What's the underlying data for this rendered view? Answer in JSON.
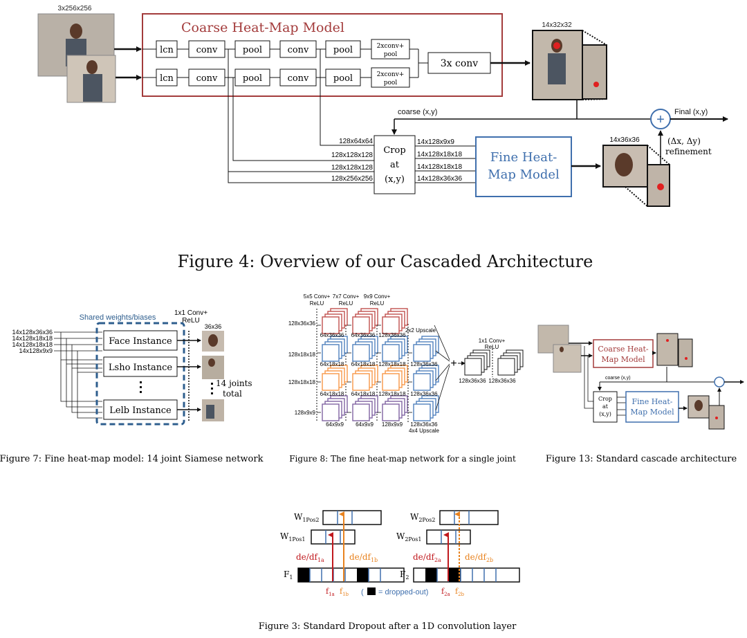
{
  "fig4": {
    "input_size": "3x256x256",
    "coarse_title": "Coarse Heat-Map Model",
    "lcn": "lcn",
    "conv": "conv",
    "pool": "pool",
    "twox_line1": "2xconv+",
    "twox_line2": "pool",
    "threex": "3x conv",
    "heatmap_size": "14x32x32",
    "coarse_xy": "coarse (x,y)",
    "final_xy": "Final (x,y)",
    "crop_lines": [
      "Crop",
      "at",
      "(x,y)"
    ],
    "crop_in_sizes": [
      "128x64x64",
      "128x128x128",
      "128x128x128",
      "128x256x256"
    ],
    "crop_out_sizes": [
      "14x128x9x9",
      "14x128x18x18",
      "14x128x18x18",
      "14x128x36x36"
    ],
    "fine_lines": [
      "Fine Heat-",
      "Map Model"
    ],
    "fine_out_size": "14x36x36",
    "delta": "(Δx, Δy)",
    "refinement": "refinement",
    "plus": "+",
    "caption": "Figure 4: Overview of our Cascaded Architecture"
  },
  "fig7": {
    "inputs": [
      "14x128x36x36",
      "14x128x18x18",
      "14x128x18x18",
      "14x128x9x9"
    ],
    "shared": "Shared weights/biases",
    "conv_top": "1x1 Conv+",
    "conv_bot": "ReLU",
    "out_size": "36x36",
    "instances": [
      "Face Instance",
      "Lsho Instance",
      "Lelb Instance"
    ],
    "joints1": "14 joints",
    "joints2": "total",
    "caption": "Figure 7: Fine heat-map model: 14 joint Siamese network"
  },
  "fig8": {
    "headers": [
      [
        "5x5 Conv+",
        "ReLU"
      ],
      [
        "7x7 Conv+",
        "ReLU"
      ],
      [
        "9x9 Conv+",
        "ReLU"
      ]
    ],
    "row_inputs": [
      "128x36x36",
      "128x18x18",
      "128x18x18",
      "128x9x9"
    ],
    "row1": [
      "64x36x36",
      "64x36x36",
      "128x36x36"
    ],
    "row2": [
      "64x18x18",
      "64x18x18",
      "128x18x18",
      "128x36x36"
    ],
    "row3": [
      "64x18x18",
      "64x18x18",
      "128x18x18",
      "128x36x36"
    ],
    "row4": [
      "64x9x9",
      "64x9x9",
      "128x9x9",
      "128x36x36"
    ],
    "upscale_2": "2x2 Upscale",
    "upscale_4": "4x4 Upscale",
    "conv_top": "1x1 Conv+",
    "conv_bot": "ReLU",
    "out1": "128x36x36",
    "out2": "128x36x36",
    "plus": "+",
    "caption": "Figure 8: The fine heat-map network for a single joint"
  },
  "fig13": {
    "coarse_lines": [
      "Coarse Heat-",
      "Map Model"
    ],
    "coarse_xy": "coarse (x,y)",
    "crop_lines": [
      "Crop",
      "at",
      "(x,y)"
    ],
    "fine_lines": [
      "Fine Heat-",
      "Map Model"
    ],
    "caption": "Figure 13: Standard cascade architecture"
  },
  "fig3": {
    "w1pos2": "W",
    "w1pos2_sub": "1Pos2",
    "w1pos1": "W",
    "w1pos1_sub": "1Pos1",
    "w2pos2": "W",
    "w2pos2_sub": "2Pos2",
    "w2pos1": "W",
    "w2pos1_sub": "2Pos1",
    "f1": "F",
    "f1_sub": "1",
    "f2": "F",
    "f2_sub": "2",
    "de_df1a": "de/df",
    "de_df1a_sub": "1a",
    "de_df1b": "de/df",
    "de_df1b_sub": "1b",
    "de_df2a": "de/df",
    "de_df2a_sub": "2a",
    "de_df2b": "de/df",
    "de_df2b_sub": "2b",
    "f1a": "f",
    "f1a_sub": "1a",
    "f1b": "f",
    "f1b_sub": "1b",
    "f2a": "f",
    "f2a_sub": "2a",
    "f2b": "f",
    "f2b_sub": "2b",
    "legend_open": "(",
    "legend_rest": "= dropped-out)",
    "caption": "Figure 3: Standard Dropout after a 1D convolution layer"
  },
  "colors": {
    "coarse_red": "#a33b3b",
    "fine_blue": "#3f6fad",
    "dashed_navy": "#2e5e8e",
    "drop_red": "#c0181d",
    "drop_orange": "#e8821e",
    "cube_red": "#c0504d",
    "cube_blue": "#4f81bd",
    "cube_orange": "#f79646",
    "cube_purple": "#8064a2"
  }
}
